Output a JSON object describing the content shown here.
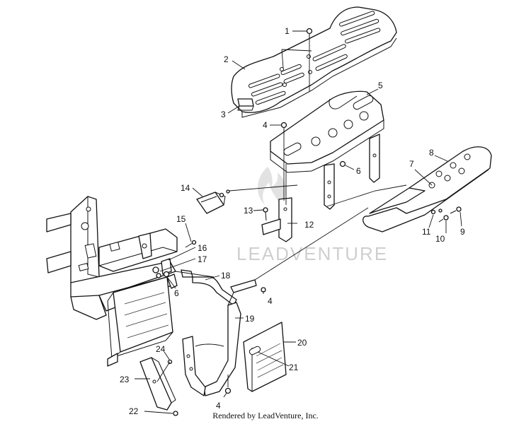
{
  "watermark": {
    "text": "LEADVENTURE",
    "logo_icon": "flame-icon"
  },
  "credit": "Rendered by LeadVenture, Inc.",
  "callouts": [
    {
      "id": "c1",
      "label": "1"
    },
    {
      "id": "c2",
      "label": "2"
    },
    {
      "id": "c3",
      "label": "3"
    },
    {
      "id": "c4a",
      "label": "4"
    },
    {
      "id": "c5",
      "label": "5"
    },
    {
      "id": "c6a",
      "label": "6"
    },
    {
      "id": "c7",
      "label": "7"
    },
    {
      "id": "c8",
      "label": "8"
    },
    {
      "id": "c9",
      "label": "9"
    },
    {
      "id": "c10",
      "label": "10"
    },
    {
      "id": "c11",
      "label": "11"
    },
    {
      "id": "c12",
      "label": "12"
    },
    {
      "id": "c13",
      "label": "13"
    },
    {
      "id": "c14",
      "label": "14"
    },
    {
      "id": "c15",
      "label": "15"
    },
    {
      "id": "c16",
      "label": "16"
    },
    {
      "id": "c17",
      "label": "17"
    },
    {
      "id": "c18",
      "label": "18"
    },
    {
      "id": "c6b",
      "label": "6"
    },
    {
      "id": "c4b",
      "label": "4"
    },
    {
      "id": "c19",
      "label": "19"
    },
    {
      "id": "c20",
      "label": "20"
    },
    {
      "id": "c21",
      "label": "21"
    },
    {
      "id": "c24",
      "label": "24"
    },
    {
      "id": "c23",
      "label": "23"
    },
    {
      "id": "c22",
      "label": "22"
    },
    {
      "id": "c4c",
      "label": "4"
    }
  ]
}
